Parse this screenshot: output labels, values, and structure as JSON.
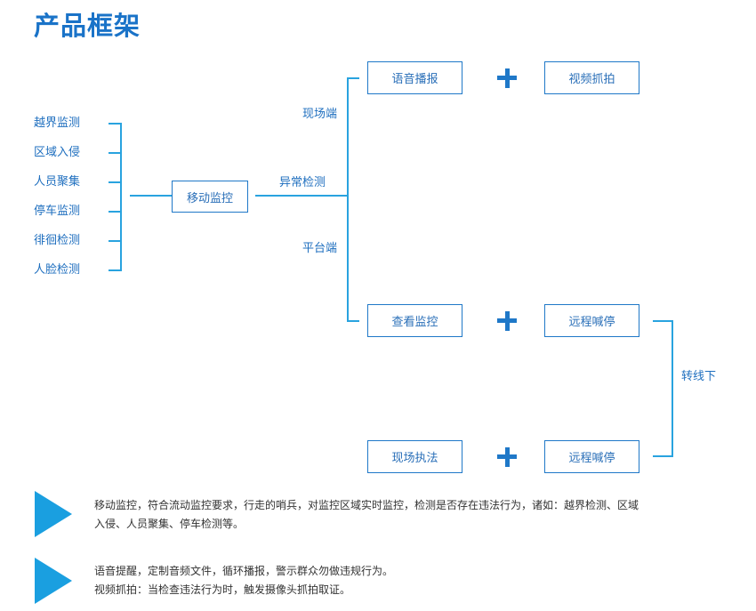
{
  "title": "产品框架",
  "detect_items": [
    "越界监测",
    "区域入侵",
    "人员聚集",
    "停车监测",
    "徘徊检测",
    "人脸检测"
  ],
  "center_box": "移动监控",
  "branch_labels": {
    "site": "现场端",
    "abnormal": "异常检测",
    "platform": "平台端"
  },
  "row1": {
    "left": "语音播报",
    "right": "视频抓拍"
  },
  "row2": {
    "left": "查看监控",
    "right": "远程喊停"
  },
  "row3": {
    "left": "现场执法",
    "right": "远程喊停"
  },
  "transfer_label": "转线下",
  "notes": [
    {
      "lines": [
        "移动监控，符合流动监控要求，行走的哨兵，对监控区域实时监控，检测是否存在违法行为，诸如：越界检测、区域",
        "入侵、人员聚集、停车检测等。"
      ]
    },
    {
      "lines": [
        "语音提醒，定制音频文件，循环播报，警示群众勿做违规行为。",
        "视频抓拍：当检查违法行为时，触发摄像头抓拍取证。"
      ]
    }
  ],
  "colors": {
    "title": "#1a73c8",
    "line": "#29a3df",
    "box_border": "#1f78c8",
    "arrow": "#1a9fe0"
  }
}
